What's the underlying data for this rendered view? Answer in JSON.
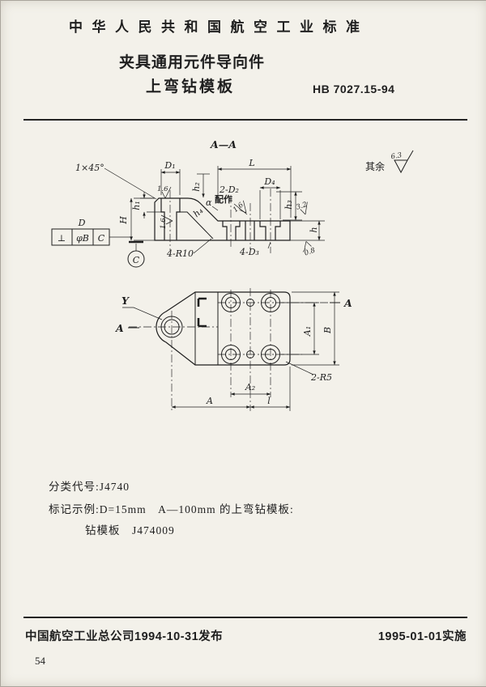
{
  "colors": {
    "paper": "#f3f1ea",
    "ink": "#1f1f1f"
  },
  "header": {
    "org_line": "中华人民共和国航空工业标准",
    "title1": "夹具通用元件导向件",
    "title2": "上弯钻模板",
    "code": "HB 7027.15-94"
  },
  "section_view": {
    "title": "A—A",
    "surface_prefix": "其余",
    "surface_value": "6.3",
    "dims": {
      "chamfer": "1×45°",
      "D1": "D₁",
      "h2": "h₂",
      "L": "L",
      "D4": "D₄",
      "holes2": "2-D₂",
      "fit": "配作",
      "alpha": "α",
      "h4": "h₄",
      "h1": "h₁",
      "H": "H",
      "r10": "4-R10",
      "d3": "4-D₃",
      "h3": "h₃",
      "h": "h",
      "f16": "1.6",
      "f32": "3.2",
      "f08": "0.8"
    },
    "fcf": {
      "dim": "D",
      "sym": "⊥",
      "tol": "φB",
      "datum": "C"
    },
    "datum": "C"
  },
  "plan_view": {
    "dims": {
      "Y": "Y",
      "A_arrow": "A",
      "A1": "A₁",
      "B": "B",
      "r5": "2-R5",
      "A2": "A₂",
      "A": "A",
      "l": "l"
    }
  },
  "notes": {
    "class_code": "分类代号:J4740",
    "example1": "标记示例:D=15mm　A—100mm 的上弯钻模板:",
    "example2": "钻模板　J474009"
  },
  "footer": {
    "issue": "中国航空工业总公司1994-10-31发布",
    "impl": "1995-01-01实施",
    "page": "54"
  }
}
